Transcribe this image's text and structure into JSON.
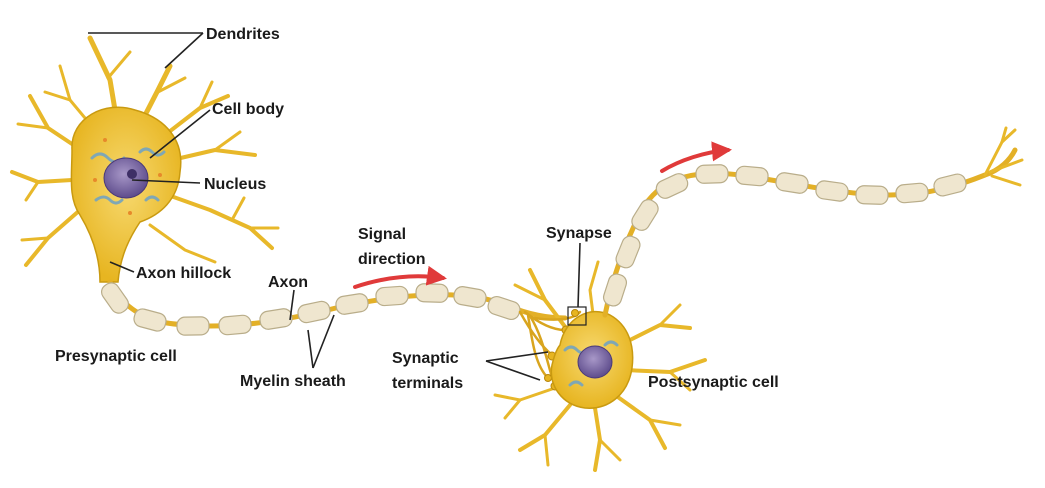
{
  "labels": {
    "dendrites": "Dendrites",
    "cell_body": "Cell body",
    "nucleus": "Nucleus",
    "axon_hillock": "Axon hillock",
    "axon": "Axon",
    "presynaptic_cell": "Presynaptic cell",
    "myelin_sheath": "Myelin sheath",
    "signal_direction_line1": "Signal",
    "signal_direction_line2": "direction",
    "synapse": "Synapse",
    "synaptic_terminals_line1": "Synaptic",
    "synaptic_terminals_line2": "terminals",
    "postsynaptic_cell": "Postsynaptic cell"
  },
  "colors": {
    "cell_fill": "#f2c63a",
    "cell_stroke": "#c99a10",
    "dendrite": "#e8b82a",
    "myelin_fill": "#efe6cf",
    "myelin_stroke": "#b9ad8a",
    "nucleus_fill": "#7d6aa8",
    "organelle": "#7fa7b5",
    "arrow": "#e03a3a",
    "leader_line": "#222222"
  }
}
